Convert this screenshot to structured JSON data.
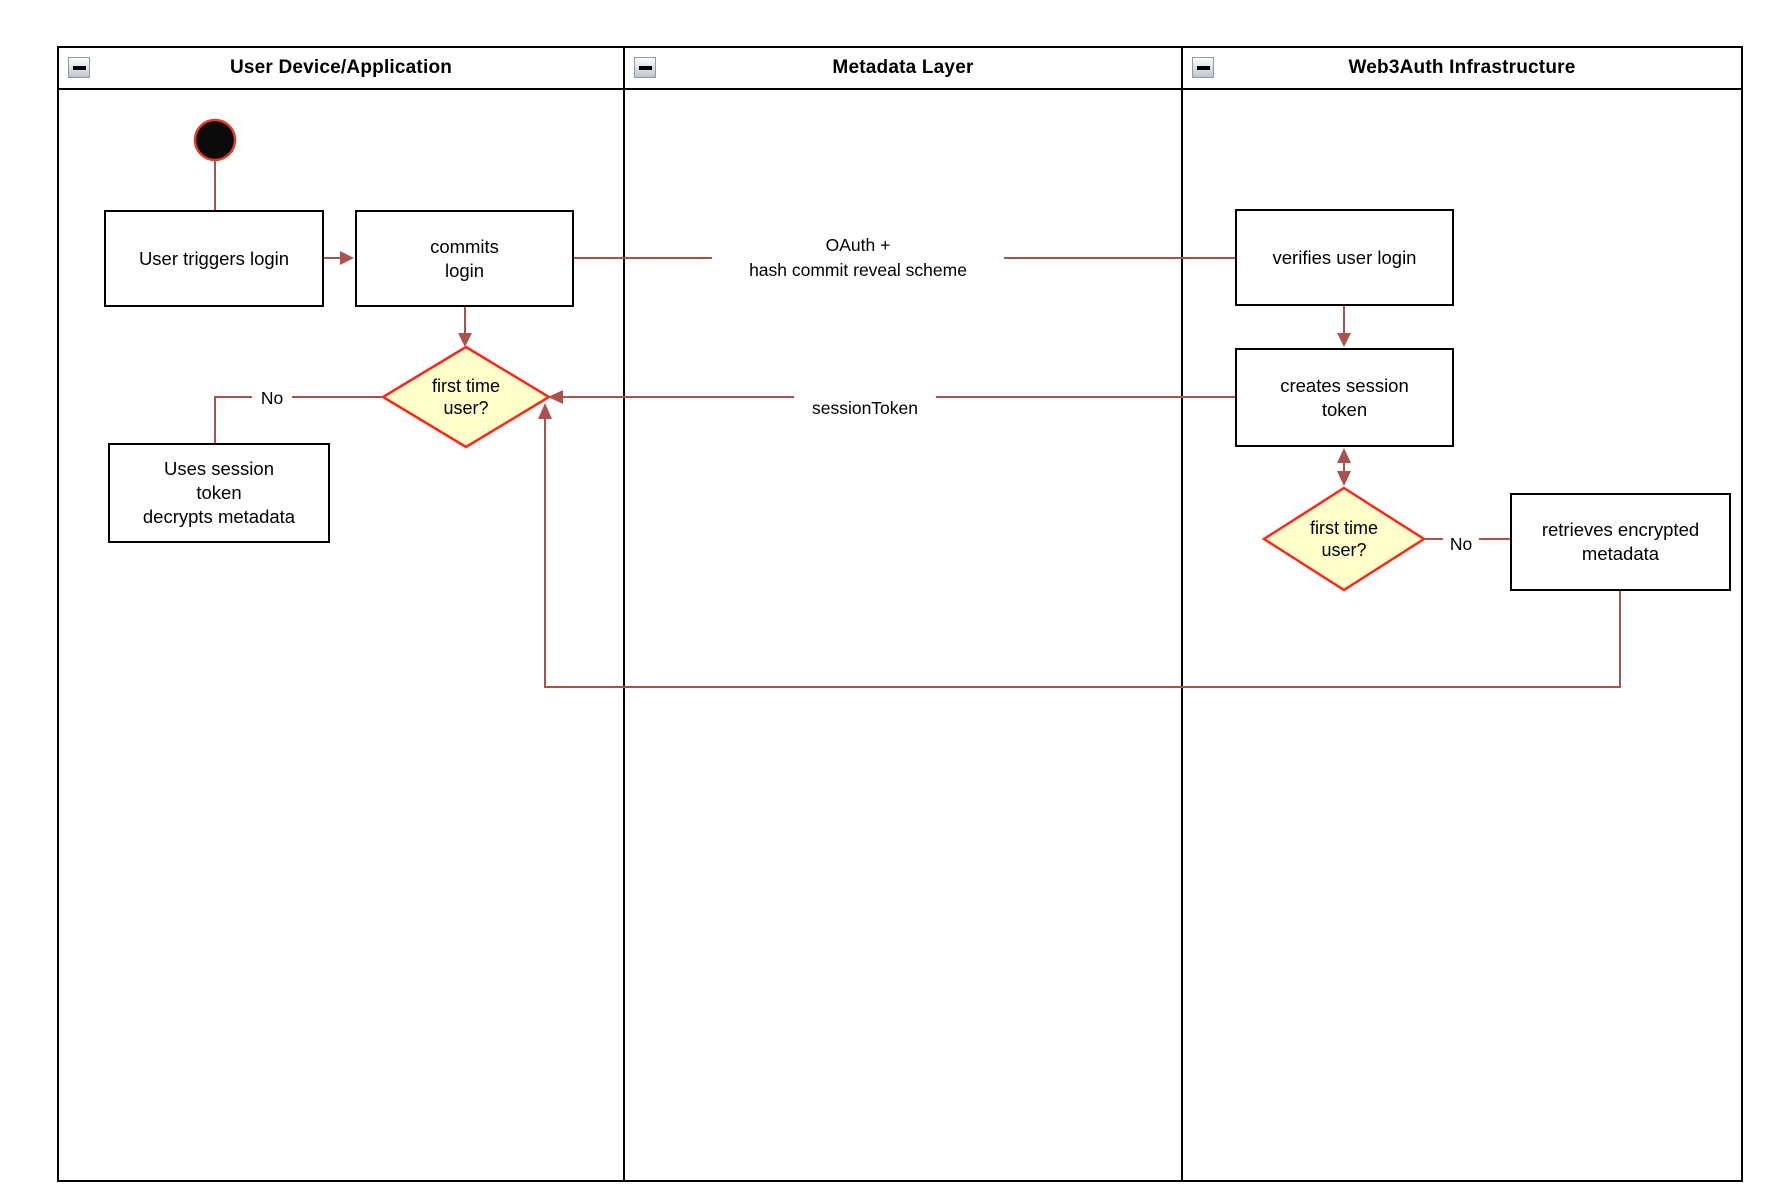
{
  "colors": {
    "edge": "#A8534E",
    "decision_border": "#FF2619",
    "decision_fill": "#FFFFCC",
    "node_border": "#000000",
    "node_fill": "#FFFFFF",
    "start_fill": "#0B0B0B",
    "start_stroke": "#E8392A",
    "lane_border": "#000000"
  },
  "lanes": [
    {
      "title": "User Device/Application",
      "collapse_glyph": "−"
    },
    {
      "title": "Metadata Layer",
      "collapse_glyph": "−"
    },
    {
      "title": "Web3Auth Infrastructure",
      "collapse_glyph": "−"
    }
  ],
  "nodes": {
    "user_triggers_login": "User triggers login",
    "commits_login": "commits\nlogin",
    "verifies_user_login": "verifies user login",
    "creates_session_token": "creates session\ntoken",
    "first_time_user_device": "first time\nuser?",
    "uses_session_token": "Uses session\ntoken\ndecrypts metadata",
    "first_time_user_infra": "first time\nuser?",
    "retrieves_encrypted_metadata": "retrieves encrypted\nmetadata"
  },
  "edge_labels": {
    "oauth": "OAuth +\nhash commit reveal scheme",
    "session_token": "sessionToken",
    "no_device": "No",
    "no_infra": "No"
  }
}
